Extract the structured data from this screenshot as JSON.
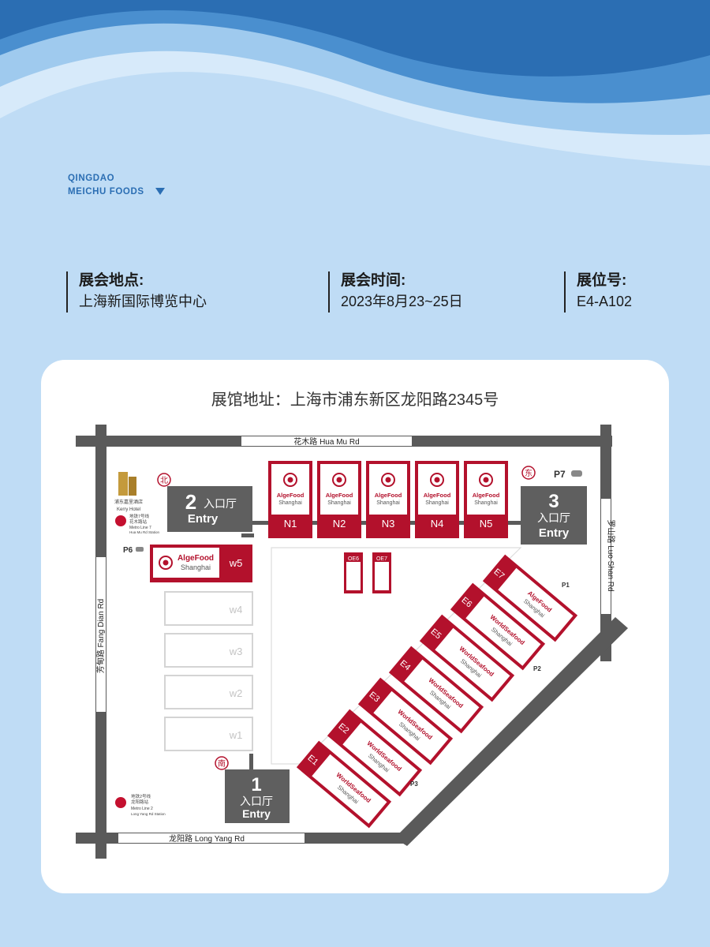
{
  "brand": {
    "line1": "QINGDAO",
    "line2": "MEICHU FOODS",
    "arrow_icon": "triangle-down-icon"
  },
  "info": [
    {
      "label": "展会地点:",
      "value": "上海新国际博览中心"
    },
    {
      "label": "展会时间:",
      "value": "2023年8月23~25日"
    },
    {
      "label": "展位号:",
      "value": "E4-A102"
    }
  ],
  "map": {
    "address": "展馆地址：上海市浦东新区龙阳路2345号",
    "roads": {
      "north": "花木路 Hua Mu Rd",
      "south": "龙阳路 Long Yang Rd",
      "west": "芳甸路 Fang Dian Rd",
      "east": "罗山路 Luo Shan Rd"
    },
    "entries": [
      {
        "num": "1",
        "cn": "入口厅",
        "en": "Entry",
        "dir": "南"
      },
      {
        "num": "2",
        "cn": "入口厅",
        "en": "Entry",
        "dir": "北"
      },
      {
        "num": "3",
        "cn": "入口厅",
        "en": "Entry",
        "dir": "东"
      }
    ],
    "hotel": {
      "cn": "浦东嘉里酒店",
      "en": "Kerry Hotel"
    },
    "metro": [
      {
        "line1": "地铁7号线",
        "line2": "花木路站",
        "line3": "Metro Line 7",
        "line4": "Hua Mu Rd Station"
      },
      {
        "line1": "地铁2号线",
        "line2": "龙阳路站",
        "line3": "Metro Line 2",
        "line4": "Long Yang Rd Station"
      }
    ],
    "parking": [
      "P1",
      "P2",
      "P3",
      "P6",
      "P7"
    ],
    "brands": {
      "alge1": "AlgeFood",
      "alge2": "Shanghai",
      "world1": "WorldSeafood",
      "world2": "Shanghai"
    },
    "north_halls": [
      "N1",
      "N2",
      "N3",
      "N4",
      "N5"
    ],
    "west_halls": [
      "w5",
      "w4",
      "w3",
      "w2",
      "w1"
    ],
    "small_halls": [
      "OE6",
      "OE7"
    ],
    "east_halls": [
      "E1",
      "E2",
      "E3",
      "E4",
      "E5",
      "E6",
      "E7"
    ],
    "colors": {
      "hall_red": "#b3112c",
      "road_gray": "#5a5a5a",
      "entry_gray": "#5f5f5f",
      "wave_dark": "#2b6eb3"
    }
  }
}
